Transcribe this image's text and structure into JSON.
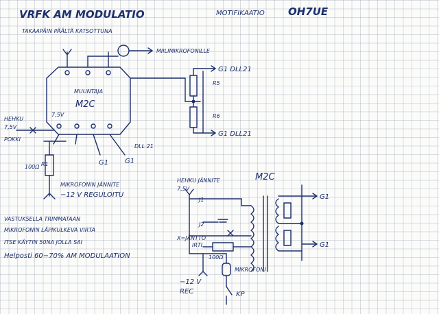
{
  "header": {
    "title_left": "VRFK AM MODULATIO",
    "title_mid": "MOTIFIKAATIO",
    "callsign": "OH7UE",
    "subtitle": "TAKAAPÄIN PÄÄLTÄ KATSOTTUNA"
  },
  "top_schematic": {
    "mic_label": "MIILIMIKROFONILLE",
    "chip_name": "MUUNTAJA",
    "chip_part": "M2C",
    "supply_label": "7,5V",
    "heater_label": "HEHKU",
    "heater_voltage": "7,5V",
    "pin_label": "POKKI",
    "r1_value": "100Ω",
    "r1_label": "R1",
    "r5_label": "R5",
    "r6_label": "R6",
    "g1_top": "G1 DLL21",
    "g1_bottom": "G1 DLL21",
    "dll_label": "DLL 21",
    "g1_a": "G1",
    "g1_b": "G1",
    "mic_voltage_label": "MIKROFONIN JÄNNITE",
    "regulated_label": "−12 V REGULOITU"
  },
  "notes": {
    "line1": "VASTUKSELLA TRIMMATAAN",
    "line2": "MIKROFONIN LÄPIKULKEVA VIRTA",
    "line3": "ITSE KÄYTIN 50NA JOLLA SAI",
    "line4": "Helposti 60−70% AM MODULAATION"
  },
  "bottom_schematic": {
    "heater_label": "HEHKU JÄNNITE",
    "heater_voltage": "7,5V",
    "chip_part": "M2C",
    "j1_label": "J1",
    "j2_label": "J2",
    "junction_label": "X=JÄNTTO",
    "junction_sub": "IRTI",
    "resistor_value": "100Ω",
    "mic_label": "MIKROFONI",
    "supply_label": "−12 V",
    "rec_label": "REC",
    "kp_label": "KP",
    "g1_top": "G1",
    "g1_bottom": "G1"
  },
  "colors": {
    "ink": "#1c2f6b",
    "paper": "#fbfbfa",
    "grid": "#96a0af"
  }
}
